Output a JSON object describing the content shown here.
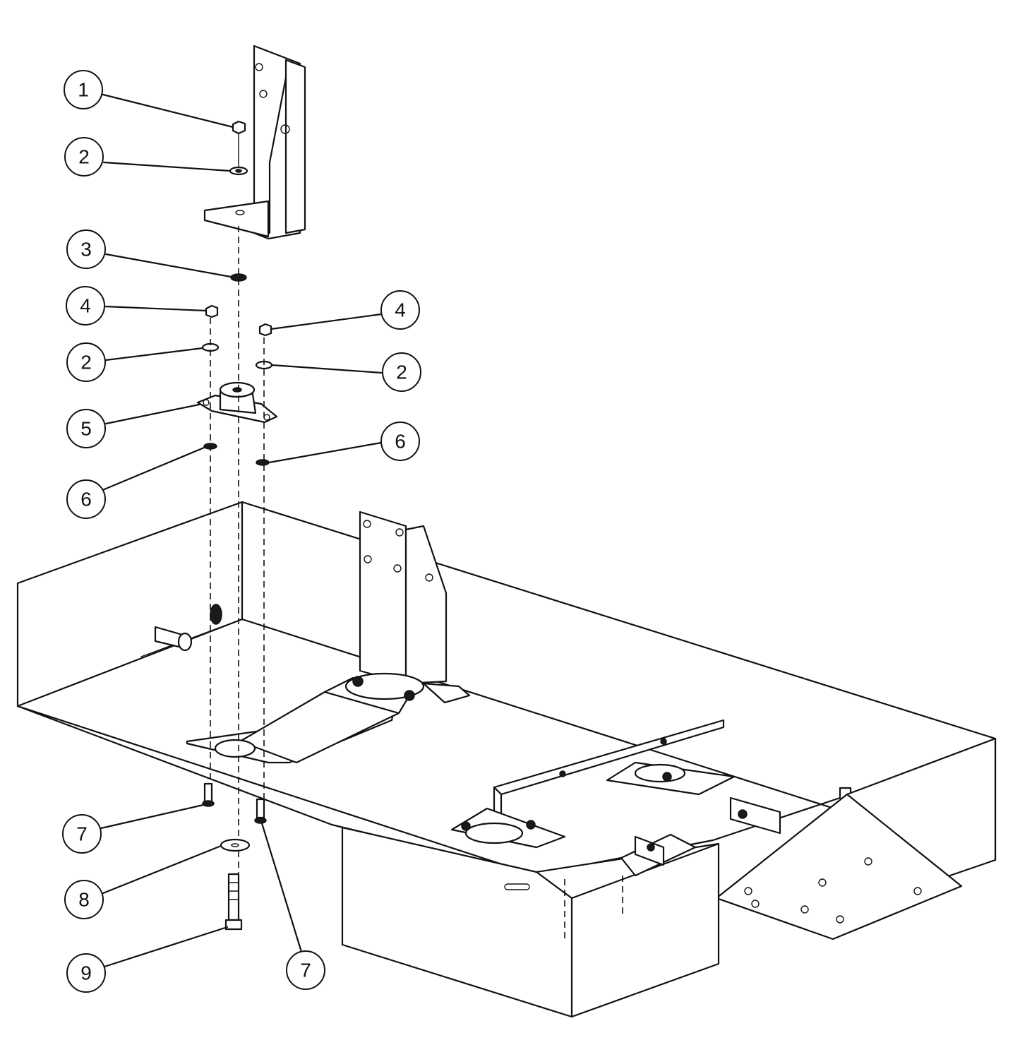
{
  "callouts": [
    {
      "label": "1"
    },
    {
      "label": "2"
    },
    {
      "label": "3"
    },
    {
      "label": "4"
    },
    {
      "label": "2"
    },
    {
      "label": "4"
    },
    {
      "label": "2"
    },
    {
      "label": "5"
    },
    {
      "label": "6"
    },
    {
      "label": "6"
    },
    {
      "label": "7"
    },
    {
      "label": "8"
    },
    {
      "label": "9"
    },
    {
      "label": "7"
    }
  ]
}
